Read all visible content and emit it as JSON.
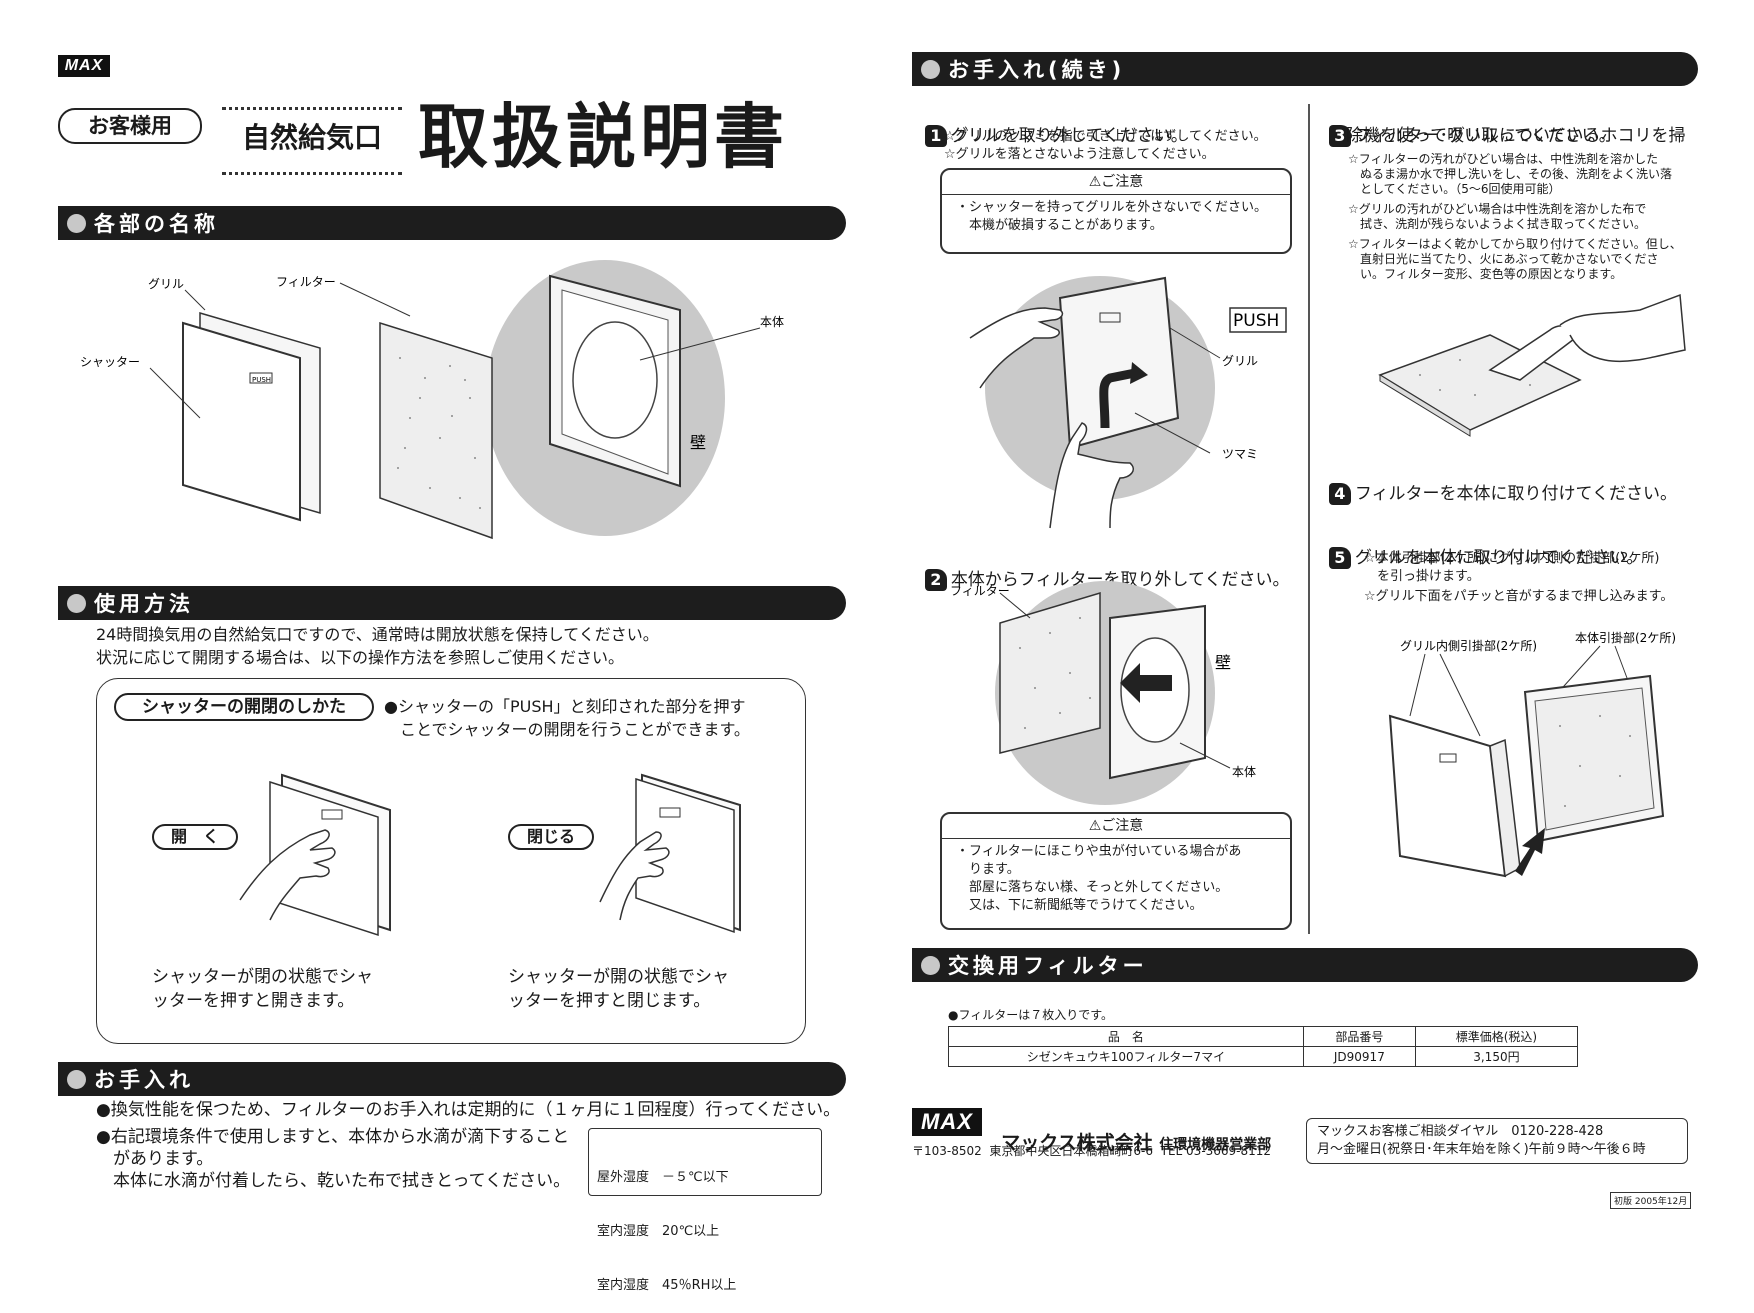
{
  "header": {
    "brand_logo": "MAX",
    "customer_badge": "お客様用",
    "product_name": "自然給気口",
    "doc_title": "取扱説明書"
  },
  "sections": {
    "parts": {
      "title": "各部の名称",
      "labels": {
        "filter": "フィルター",
        "grill": "グリル",
        "shutter": "シャッター",
        "body": "本体",
        "wall": "壁",
        "push": "PUSH"
      }
    },
    "usage": {
      "title": "使用方法",
      "intro_lines": [
        "24時間換気用の自然給気口ですので、通常時は開放状態を保持してください。",
        "状況に応じて開閉する場合は、以下の操作方法を参照しご使用ください。"
      ],
      "shutter_badge": "シャッターの開閉のしかた",
      "shutter_desc_lines": [
        "●シャッターの「PUSH」と刻印された部分を押す",
        "ことでシャッターの開閉を行うことができます。"
      ],
      "open_label": "開　く",
      "close_label": "閉じる",
      "open_caption_lines": [
        "シャッターが閉の状態でシャ",
        "ッターを押すと開きます。"
      ],
      "close_caption_lines": [
        "シャッターが開の状態でシャ",
        "ッターを押すと閉じます。"
      ]
    },
    "care": {
      "title": "お手入れ",
      "lines": [
        "●換気性能を保つため、フィルターのお手入れは定期的に（１ヶ月に１回程度）行ってください。",
        "●右記環境条件で使用しますと、本体から水滴が滴下すること",
        "があります。",
        "本体に水滴が付着したら、乾いた布で拭きとってください。"
      ],
      "env_conditions": [
        {
          "label": "屋外湿度",
          "value": "－５℃以下"
        },
        {
          "label": "室内湿度",
          "value": "20℃以上"
        },
        {
          "label": "室内湿度",
          "value": "45％RH以上"
        }
      ]
    },
    "care_cont": {
      "title": "お手入れ(続き)",
      "steps": [
        {
          "num": "1",
          "title": "グリルを取り外してください。",
          "notes": [
            "☆グリルのツマミを指で引き上げてはずしてください。",
            "☆グリルを落とさないよう注意してください。"
          ]
        },
        {
          "num": "2",
          "title": "本体からフィルターを取り外してください。",
          "notes": []
        },
        {
          "num": "3",
          "title_lines": [
            "フィルター･グリルについているホコリを掃",
            "除機を使って吸い取ってください。"
          ],
          "notes": [
            "☆フィルターの汚れがひどい場合は、中性洗剤を溶かした",
            "　ぬるま湯か水で押し洗いをし、その後、洗剤をよく洗い落",
            "　としてください。（5～6回使用可能）",
            "☆グリルの汚れがひどい場合は中性洗剤を溶かした布で",
            "　拭き、洗剤が残らないようよく拭き取ってください。",
            "☆フィルターはよく乾かしてから取り付けてください。但し、",
            "　直射日光に当てたり、火にあぶって乾かさないでくださ",
            "　い。フィルター変形、変色等の原因となります。"
          ]
        },
        {
          "num": "4",
          "title": "フィルターを本体に取り付けてください。",
          "notes": []
        },
        {
          "num": "5",
          "title": "グリルを本体に取り付けてください。",
          "notes": [
            "☆本体引掛部(2ケ所)にグリル内側の引掛部(2ケ所)",
            "　を引っ掛けます。",
            "☆グリル下面をパチッと音がするまで押し込みます。"
          ]
        }
      ],
      "caution_head": "⚠ご注意",
      "caution1_lines": [
        "・シャッターを持ってグリルを外さないでください。",
        "　本機が破損することがあります。"
      ],
      "caution2_lines": [
        "・フィルターにほこりや虫が付いている場合があ",
        "　ります。",
        "　部屋に落ちない様、そっと外してください。",
        "　又は、下に新聞紙等でうけてください。"
      ],
      "fig_labels": {
        "push": "PUSH",
        "grill": "グリル",
        "knob": "ツマミ",
        "filter": "フィルター",
        "wall": "壁",
        "body": "本体",
        "grill_hook": "グリル内側引掛部(2ケ所)",
        "body_hook": "本体引掛部(2ケ所)"
      }
    },
    "replacement": {
      "title": "交換用フィルター",
      "note": "●フィルターは７枚入りです。",
      "table": {
        "headers": [
          "品　名",
          "部品番号",
          "標準価格(税込)"
        ],
        "rows": [
          [
            "シゼンキュウキ100フィルター7マイ",
            "JD90917",
            "3,150円"
          ]
        ]
      }
    }
  },
  "footer": {
    "brand_logo": "MAX",
    "company": "マックス株式会社",
    "division": "住環境機器営業部",
    "address": "〒103-8502  東京都中央区日本橋箱崎町6-6  TEL 03-3669-8112",
    "dial_title": "マックスお客様ご相談ダイヤル　0120-228-428",
    "dial_hours": "月～金曜日(祝祭日･年末年始を除く)午前９時～午後６時",
    "edition": "初版 2005年12月"
  }
}
